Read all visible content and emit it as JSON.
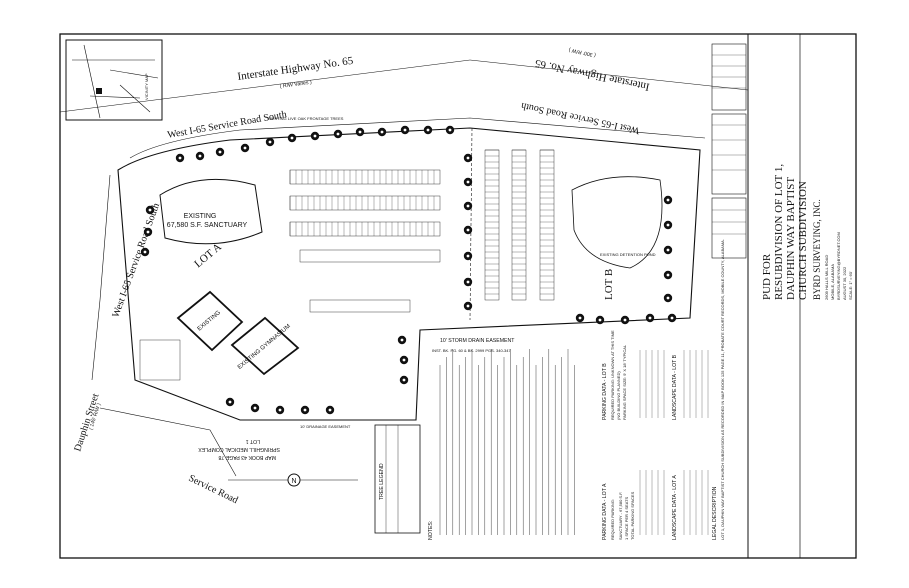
{
  "drawing": {
    "title_block": {
      "line1": "PUD FOR",
      "line2": "RESUBDIVISION OF LOT 1,",
      "line3": "DAUPHIN WAY BAPTIST",
      "line4": "CHURCH SUBDIVISION",
      "company": "BYRD SURVEYING, INC.",
      "address1": "2609 HALLS MILL ROAD",
      "address2": "MOBILE, ALABAMA",
      "email": "BYRDSURVEYING@BYRDNET.COM",
      "date": "AUGUST 30, 2022",
      "scale": "SCALE: 1\" = 60'"
    },
    "roads": {
      "interstate_main": "Interstate Highway No. 65",
      "interstate_main_sub": "( R/W Varies )",
      "interstate_mirror": "Interstate Highway No. 65",
      "interstate_mirror_sub": "( 300' R/W )",
      "service_north": "West I-65 Service Road South",
      "service_north_mirror": "West I-65 Service Road South",
      "service_west": "West I-65 Service Road South",
      "dauphin": "Dauphin Street",
      "dauphin_sub": "( 145' R/W )",
      "service_bottom": "Service Road"
    },
    "labels": {
      "sanctuary": "EXISTING",
      "sanctuary2": "67,580 S.F. SANCTUARY",
      "lot_a": "LOT A",
      "lot_b": "LOT B",
      "existing_bldg": "EXISTING",
      "gymnasium": "EXISTING GYMNASIUM",
      "detention": "EXISTING DETENTION POND",
      "existing_live_oak": "EXISTING LIVE OAK FRONTAGE TREES",
      "storm_easement": "10' STORM DRAIN EASEMENT",
      "storm_easement_ref": "INST. BK. PG. 60 & BK. 2999 PGS. 340-347",
      "drainage_easement": "10' DRAINAGE EASEMENT",
      "lot1_ref": "LOT 1",
      "lot1_ref2": "SPRINGHILL MEDICAL COMPLEX",
      "lot1_ref3": "MAP BOOK 43 PAGE 78",
      "vicinity": "VICINITY MAP",
      "north": "N",
      "tree_legend": "TREE LEGEND",
      "notes": "NOTES:"
    },
    "parking_a": {
      "heading": "PARKING DATA - LOT A",
      "required": "REQUIRED PARKING:",
      "sanctuary": "SANCTUARY - 67,580 S.F.",
      "spaces": "1 SPACE PER 4 SEATS",
      "total": "TOTAL PARKING SPACES"
    },
    "parking_b": {
      "heading": "PARKING DATA - LOT B",
      "required": "REQUIRED PARKING: UNKNOWN AT THIS TIME",
      "note": "(NO BUILDING PLANNED)",
      "size": "PARKING SPACE SIZE: 9' X 18' TYPICAL"
    },
    "landscape_a": {
      "heading": "LANDSCAPE DATA - LOT A"
    },
    "landscape_b": {
      "heading": "LANDSCAPE DATA - LOT B"
    },
    "legal": {
      "heading": "LEGAL DESCRIPTION",
      "text": "LOT 1, DAUPHIN WAY BAPTIST CHURCH SUBDIVISION AS RECORDED IN MAP BOOK 125 PAGE 11, PROBATE COURT RECORDS, MOBILE COUNTY, ALABAMA."
    },
    "colors": {
      "ink": "#111111",
      "paper": "#ffffff"
    }
  }
}
